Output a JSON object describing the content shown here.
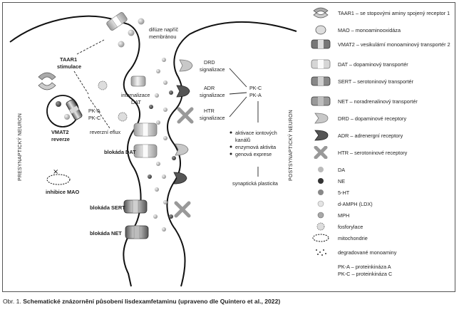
{
  "neurons": {
    "presynaptic": "PRESYNAPTICKÝ NEURON",
    "postsynaptic": "POSTSYNAPTICKÝ NEURON"
  },
  "labels": {
    "diffusion": [
      "difúze napříč",
      "membránou"
    ],
    "taar1": [
      "TAAR1",
      "stimulace"
    ],
    "vmat2": [
      "VMAT2",
      "reverze"
    ],
    "internalization": [
      "internalizace",
      "DAT"
    ],
    "pk": [
      "PK-A",
      "PK-C"
    ],
    "reverse_efflux": "reverzní eflux",
    "dat_block": "blokáda DAT",
    "mao_inhibition": "inhibice MAO",
    "sert_block": "blokáda SERT",
    "net_block": "blokáda NET",
    "drd_signal": [
      "DRD",
      "signalizace"
    ],
    "adr_signal": [
      "ADR",
      "signalizace"
    ],
    "htr_signal": [
      "HTR",
      "signalizace"
    ],
    "post_pk": [
      "PK-C",
      "PK-A"
    ],
    "effects": [
      "aktivace iontových",
      "kanálů",
      "enzymová aktivita",
      "genová exprese"
    ],
    "plasticity": "synaptická plasticita"
  },
  "legend": [
    {
      "icon": "taar1-icon",
      "text": "TAAR1 – se stopovými aminy spojený receptor 1"
    },
    {
      "icon": "mao-icon",
      "text": "MAO – monoaminooxidáza"
    },
    {
      "icon": "vmat2-icon",
      "text": "VMAT2 – vesikulární monoaminový transportér 2"
    },
    {
      "icon": "dat-icon",
      "text": "DAT – dopaminový transportér"
    },
    {
      "icon": "sert-icon",
      "text": "SERT – serotoninový transportér"
    },
    {
      "icon": "net-icon",
      "text": "NET – noradrenalinový transportér"
    },
    {
      "icon": "drd-icon",
      "text": "DRD – dopaminové receptory"
    },
    {
      "icon": "adr-icon",
      "text": "ADR – adrenergní receptory"
    },
    {
      "icon": "htr-icon",
      "text": "HTR – serotoninové receptory"
    },
    {
      "icon": "da-icon",
      "text": "DA"
    },
    {
      "icon": "ne-icon",
      "text": "NE"
    },
    {
      "icon": "5ht-icon",
      "text": "5-HT"
    },
    {
      "icon": "d-amph-icon",
      "text": "d-AMPH (LDX)"
    },
    {
      "icon": "mph-icon",
      "text": "MPH"
    },
    {
      "icon": "phosphorylation-icon",
      "text": "fosforylace"
    },
    {
      "icon": "mitochondria-icon",
      "text": "mitochondrie"
    },
    {
      "icon": "degraded-icon",
      "text": "degradované monoaminy"
    },
    {
      "icon": "",
      "text": "PK-A – proteinkináza A"
    },
    {
      "icon": "",
      "text": "PK-C – proteinkináza C"
    }
  ],
  "caption": {
    "prefix": "Obr. 1.",
    "text": "Schematické znázornění působení lisdexamfetaminu (upraveno dle Quintero et al., 2022)"
  }
}
